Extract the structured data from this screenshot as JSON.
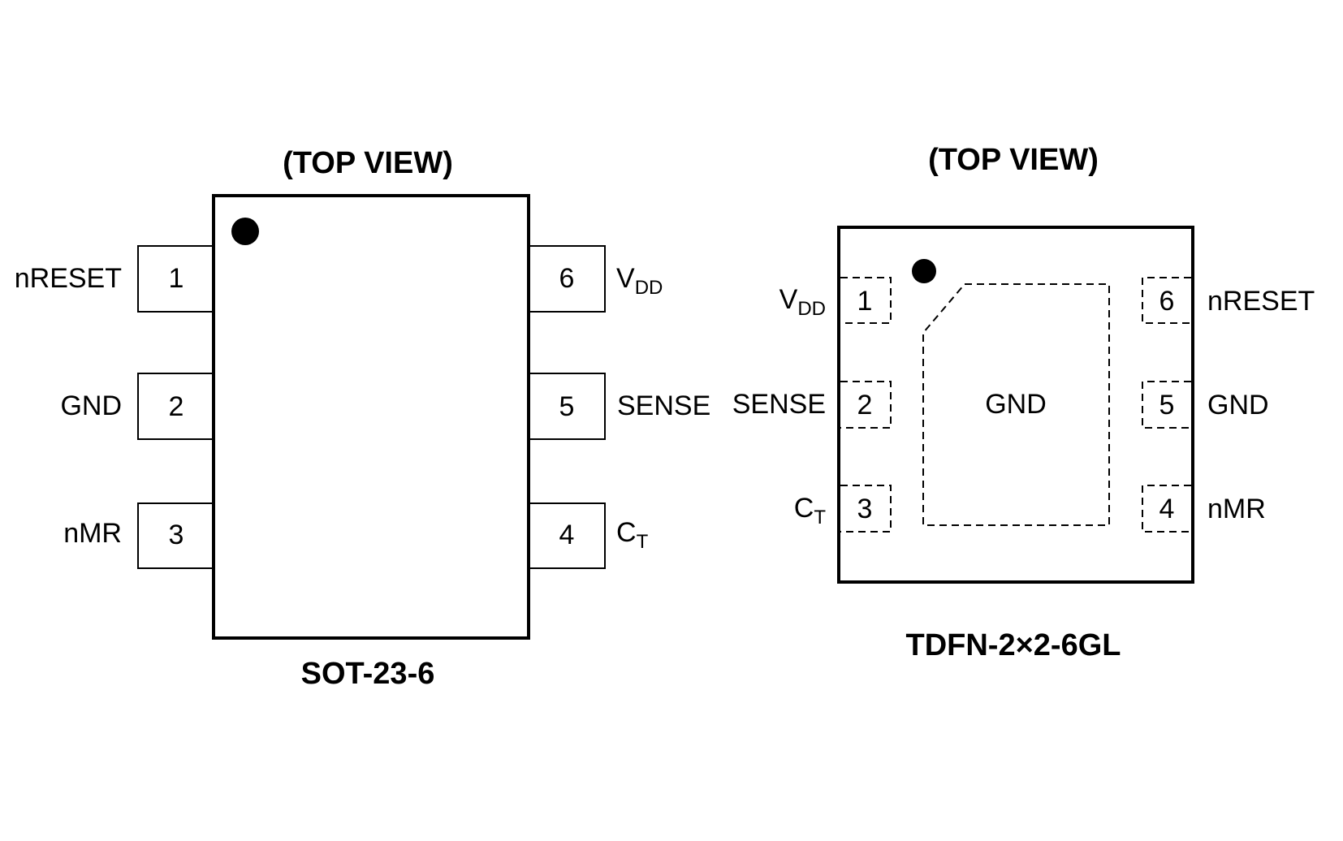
{
  "packages": [
    {
      "id": "sot",
      "view_label": "(TOP VIEW)",
      "name": "SOT-23-6",
      "pins": [
        {
          "number": "1",
          "label": "nRESET",
          "sub": "",
          "side": "left"
        },
        {
          "number": "2",
          "label": "GND",
          "sub": "",
          "side": "left"
        },
        {
          "number": "3",
          "label": "nMR",
          "sub": "",
          "side": "left"
        },
        {
          "number": "6",
          "label": "V",
          "sub": "DD",
          "side": "right"
        },
        {
          "number": "5",
          "label": "SENSE",
          "sub": "",
          "side": "right"
        },
        {
          "number": "4",
          "label": "C",
          "sub": "T",
          "side": "right"
        }
      ]
    },
    {
      "id": "tdfn",
      "view_label": "(TOP VIEW)",
      "name": "TDFN-2×2-6GL",
      "pad_label": "GND",
      "pins": [
        {
          "number": "1",
          "label": "V",
          "sub": "DD",
          "side": "left"
        },
        {
          "number": "2",
          "label": "SENSE",
          "sub": "",
          "side": "left"
        },
        {
          "number": "3",
          "label": "C",
          "sub": "T",
          "side": "left"
        },
        {
          "number": "6",
          "label": "nRESET",
          "sub": "",
          "side": "right"
        },
        {
          "number": "5",
          "label": "GND",
          "sub": "",
          "side": "right"
        },
        {
          "number": "4",
          "label": "nMR",
          "sub": "",
          "side": "right"
        }
      ]
    }
  ]
}
